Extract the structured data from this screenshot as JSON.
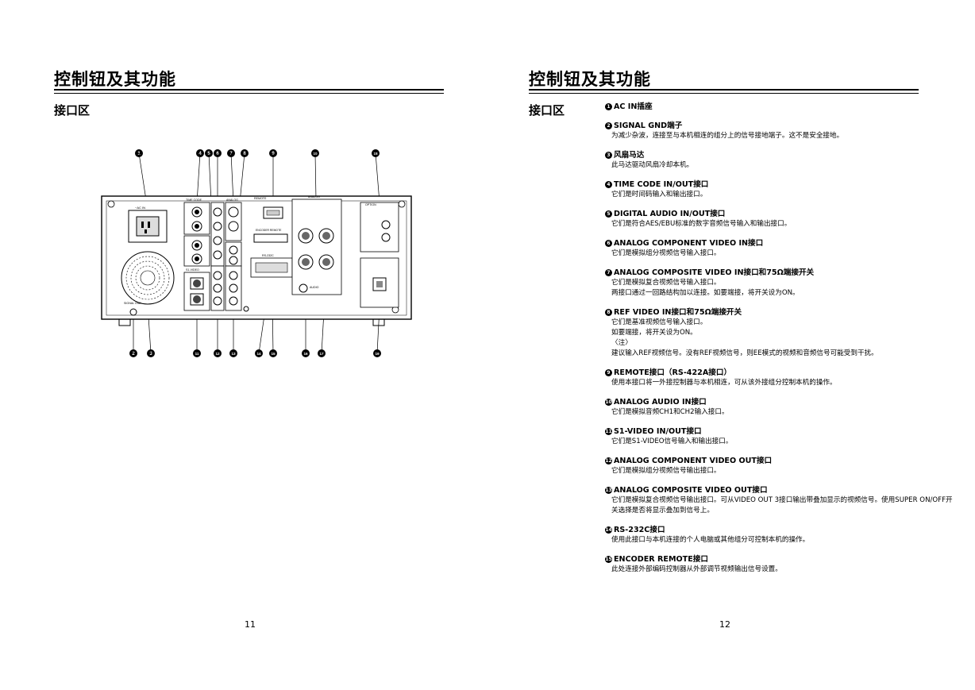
{
  "left_page": {
    "title": "控制钮及其功能",
    "section": "接口区",
    "page_number": "11",
    "diagram": {
      "callouts_top": [
        "1",
        "4",
        "5",
        "6",
        "7",
        "8",
        "9",
        "10",
        "18"
      ],
      "callouts_bottom": [
        "2",
        "3",
        "11",
        "12",
        "13",
        "14",
        "15",
        "16",
        "17",
        "19"
      ],
      "panel_labels": {
        "ac_in": "~AC IN",
        "time_code": "TIME CODE",
        "analog": "ANALOG",
        "remote": "REMOTE",
        "analog_audio": "ANALOG",
        "option": "OPTION",
        "encoder_remote": "ENCODER REMOTE",
        "rs232c": "RS-232C",
        "s1_video": "S1-VIDEO",
        "signal_gnd": "SIGNAL GND",
        "audio": "AUDIO"
      }
    }
  },
  "right_page": {
    "title": "控制钮及其功能",
    "section": "接口区",
    "page_number": "12",
    "items": [
      {
        "num": "1",
        "head": "AC IN插座",
        "lines": []
      },
      {
        "num": "2",
        "head": "SIGNAL GND端子",
        "lines": [
          "为减少杂波，连接至与本机相连的组分上的信号接地端子。这不是安全接地。"
        ]
      },
      {
        "num": "3",
        "head": "风扇马达",
        "lines": [
          "此马达驱动风扇冷却本机。"
        ]
      },
      {
        "num": "4",
        "head": "TIME CODE IN/OUT接口",
        "lines": [
          "它们是时间码输入和输出接口。"
        ]
      },
      {
        "num": "5",
        "head": "DIGITAL AUDIO IN/OUT接口",
        "lines": [
          "它们是符合AES/EBU标准的数字音频信号输入和输出接口。"
        ]
      },
      {
        "num": "6",
        "head": "ANALOG COMPONENT VIDEO IN接口",
        "lines": [
          "它们是模拟组分视频信号输入接口。"
        ]
      },
      {
        "num": "7",
        "head": "ANALOG COMPOSITE VIDEO IN接口和75Ω端接开关",
        "lines": [
          "它们是模拟复合视频信号输入接口。",
          "两接口通过一回路结构加以连接。如要端接，将开关设为ON。"
        ]
      },
      {
        "num": "8",
        "head": "REF VIDEO IN接口和75Ω端接开关",
        "lines": [
          "它们是基准视频信号输入接口。",
          "如要端接，将开关设为ON。",
          "〈注〉",
          "建议输入REF视频信号。没有REF视频信号，则EE模式的视频和音频信号可能受到干扰。"
        ]
      },
      {
        "num": "9",
        "head": "REMOTE接口（RS-422A接口）",
        "lines": [
          "使用本接口将一外接控制器与本机相连，可从该外接组分控制本机的操作。"
        ]
      },
      {
        "num": "10",
        "head": "ANALOG AUDIO IN接口",
        "lines": [
          "它们是模拟音频CH1和CH2输入接口。"
        ]
      },
      {
        "num": "11",
        "head": "S1-VIDEO IN/OUT接口",
        "lines": [
          "它们是S1-VIDEO信号输入和输出接口。"
        ]
      },
      {
        "num": "12",
        "head": "ANALOG COMPONENT VIDEO OUT接口",
        "lines": [
          "它们是模拟组分视频信号输出接口。"
        ]
      },
      {
        "num": "13",
        "head": "ANALOG COMPOSITE VIDEO OUT接口",
        "lines": [
          "它们是模拟复合视频信号输出接口。可从VIDEO OUT 3接口输出带叠加显示的视频信号。使用SUPER ON/OFF开关选择是否将显示叠加到信号上。"
        ]
      },
      {
        "num": "14",
        "head": "RS-232C接口",
        "lines": [
          "使用此接口与本机连接的个人电脑或其他组分可控制本机的操作。"
        ]
      },
      {
        "num": "15",
        "head": "ENCODER REMOTE接口",
        "lines": [
          "此处连接外部编码控制器从外部调节视频输出信号设置。"
        ]
      }
    ]
  }
}
